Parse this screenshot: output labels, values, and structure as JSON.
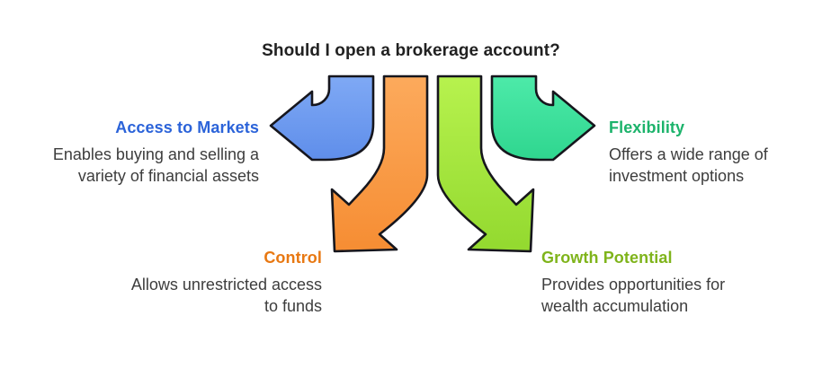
{
  "title": "Should I open a brokerage account?",
  "style": {
    "background": "#ffffff",
    "outline": "#16161d",
    "title_color": "#212121",
    "body_text_color": "#3d3d3d"
  },
  "branches": [
    {
      "id": "access-to-markets",
      "label": "Access to Markets",
      "description": "Enables buying and selling a\nvariety of financial assets",
      "label_color": "#2b63d9",
      "arrow_color_top": "#7fa9f5",
      "arrow_color_bottom": "#5f8eea",
      "direction": "left"
    },
    {
      "id": "control",
      "label": "Control",
      "description": "Allows unrestricted access\nto funds",
      "label_color": "#e87812",
      "arrow_color_top": "#fcaa5c",
      "arrow_color_bottom": "#f68d33",
      "direction": "down-left"
    },
    {
      "id": "growth-potential",
      "label": "Growth Potential",
      "description": "Provides opportunities for\nwealth accumulation",
      "label_color": "#7fb41b",
      "arrow_color_top": "#b7f24e",
      "arrow_color_bottom": "#93d92f",
      "direction": "down-right"
    },
    {
      "id": "flexibility",
      "label": "Flexibility",
      "description": "Offers a wide range of\ninvestment options",
      "label_color": "#1cb36b",
      "arrow_color_top": "#4deaa9",
      "arrow_color_bottom": "#2fd68f",
      "direction": "right"
    }
  ]
}
